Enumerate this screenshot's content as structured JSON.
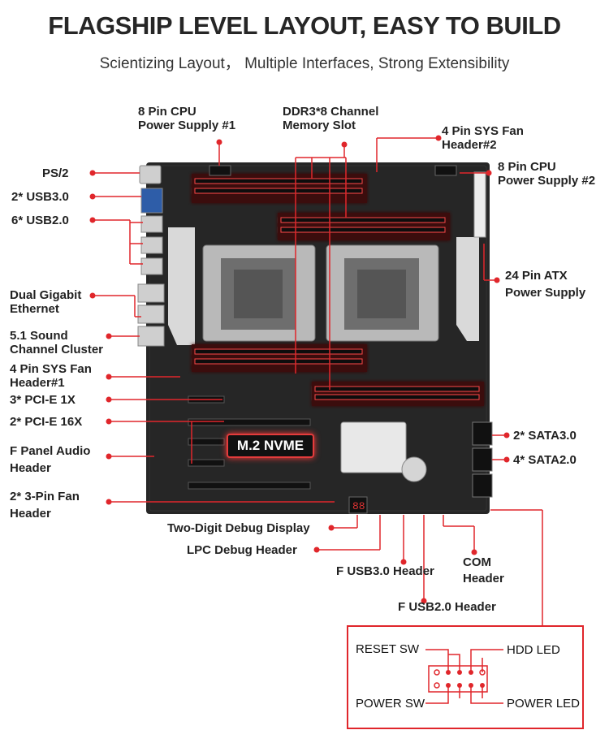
{
  "header": {
    "title": "FLAGSHIP LEVEL LAYOUT, EASY TO BUILD",
    "subtitle": "Scientizing Layout，  Multiple Interfaces, Strong Extensibility"
  },
  "labels": {
    "cpu_power_1": [
      "8 Pin CPU",
      "Power Supply #1"
    ],
    "ddr3": [
      "DDR3*8 Channel",
      "Memory Slot"
    ],
    "sys_fan_2": [
      "4 Pin SYS Fan",
      "Header#2"
    ],
    "cpu_power_2": [
      "8 Pin CPU",
      "Power Supply #2"
    ],
    "ps2": "PS/2",
    "usb3": "2* USB3.0",
    "usb2": "6* USB2.0",
    "ethernet": [
      "Dual Gigabit",
      "Ethernet"
    ],
    "sound": [
      "5.1 Sound",
      "Channel Cluster"
    ],
    "sys_fan_1": [
      "4 Pin SYS Fan",
      "Header#1"
    ],
    "pcie1x": "3* PCI-E 1X",
    "pcie16x": "2* PCI-E 16X",
    "fpanel_audio": [
      "F Panel Audio",
      "Header"
    ],
    "pin3_fan": [
      "2* 3-Pin Fan",
      "Header"
    ],
    "atx24": [
      "24 Pin ATX",
      "Power Supply"
    ],
    "sata3": "2* SATA3.0",
    "sata2": "4* SATA2.0",
    "debug_display": "Two-Digit Debug Display",
    "lpc_debug": "LPC Debug Header",
    "f_usb3": "F USB3.0 Header",
    "com": [
      "COM",
      "Header"
    ],
    "f_usb2": "F USB2.0 Header",
    "nvme": "M.2 NVME"
  },
  "front_panel": {
    "reset_sw": "RESET SW",
    "hdd_led": "HDD  LED",
    "power_sw": "POWER SW",
    "power_led": "POWER LED"
  },
  "colors": {
    "accent": "#e0262b",
    "board": "#232323",
    "dimm": "#1a1a1a",
    "glow": "#ff3b3b"
  }
}
